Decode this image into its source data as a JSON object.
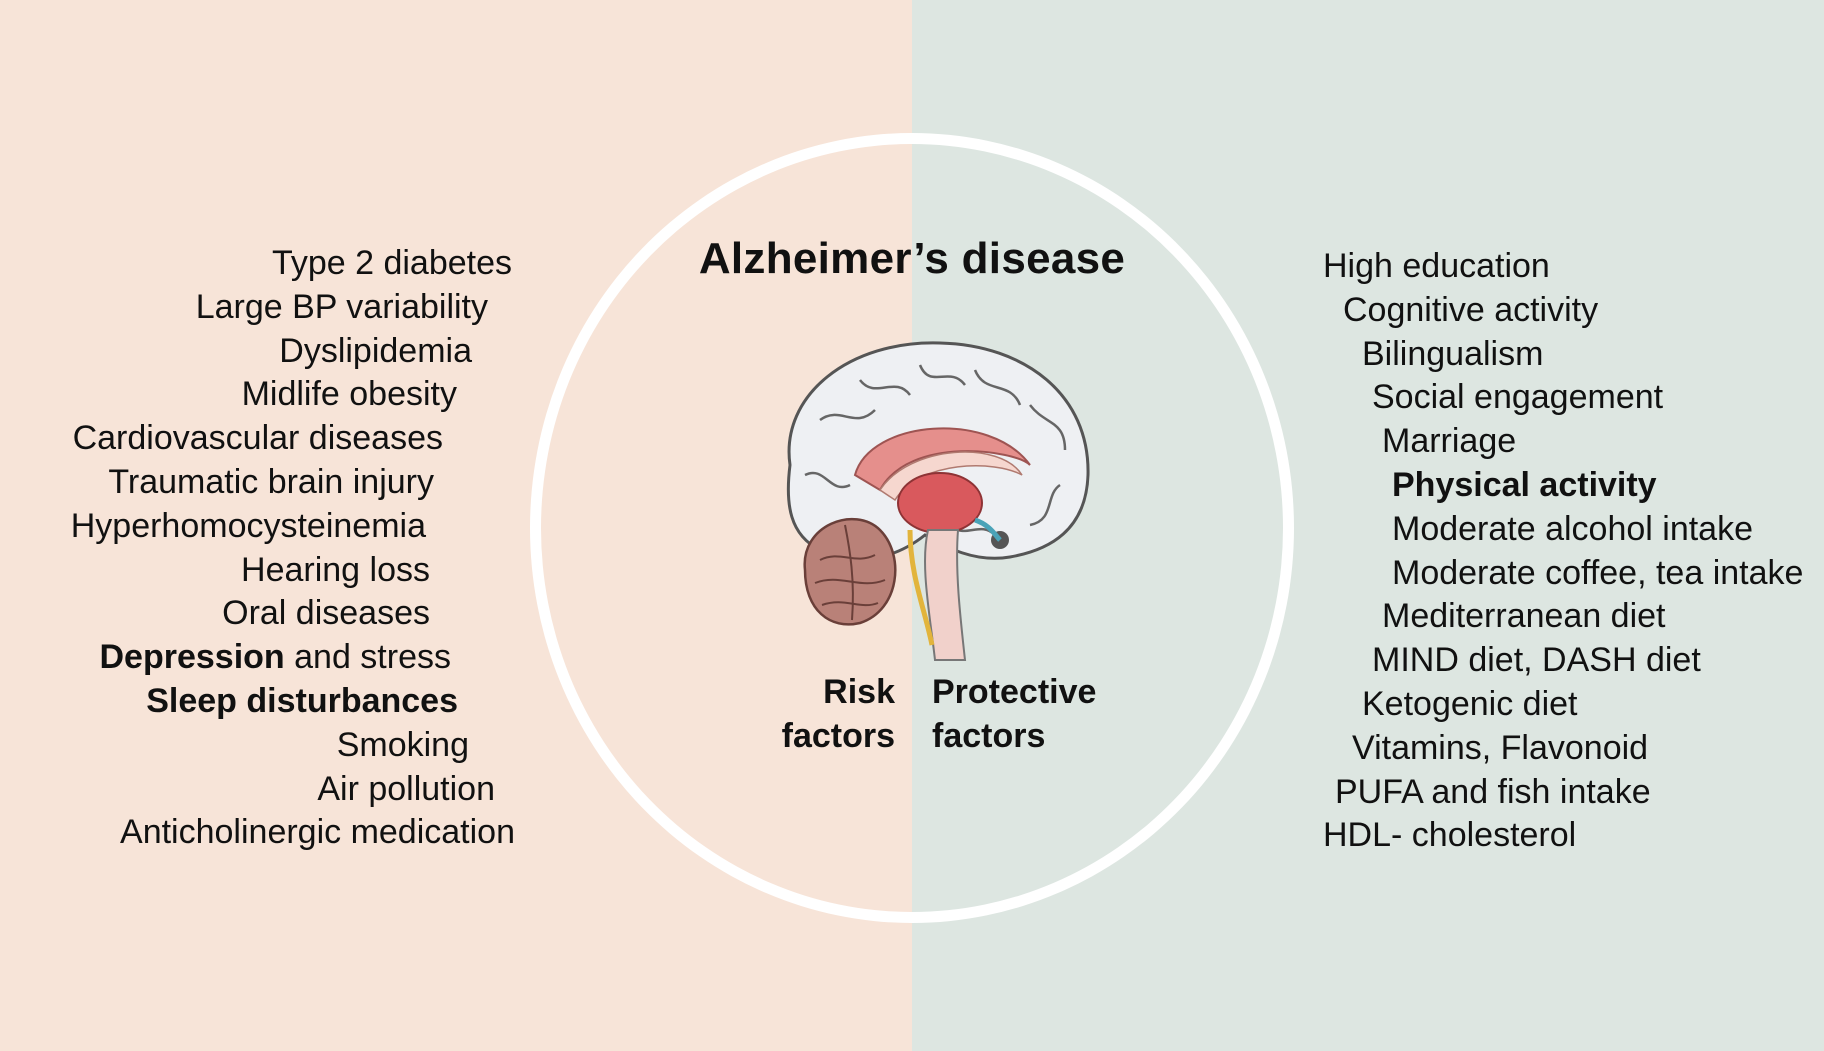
{
  "title": "Alzheimer’s disease",
  "center_labels": {
    "risk": [
      "Risk",
      "factors"
    ],
    "protective": [
      "Protective",
      "factors"
    ]
  },
  "colors": {
    "risk_background": "#f7e4d8",
    "protective_background": "#dde6e1",
    "circle": "#ffffff"
  },
  "risk_factors": [
    {
      "text": "Type 2 diabetes"
    },
    {
      "text": "Large BP variability"
    },
    {
      "text": "Dyslipidemia"
    },
    {
      "text": "Midlife obesity"
    },
    {
      "text": "Cardiovascular diseases"
    },
    {
      "text": "Traumatic brain injury"
    },
    {
      "text": "Hyperhomocysteinemia"
    },
    {
      "text": "Hearing loss"
    },
    {
      "text": "Oral diseases"
    },
    {
      "text": "Depression",
      "suffix": " and stress",
      "bold_part": true
    },
    {
      "text": "Sleep disturbances",
      "bold": true
    },
    {
      "text": "Smoking"
    },
    {
      "text": "Air pollution"
    },
    {
      "text": "Anticholinergic medication"
    }
  ],
  "protective_factors": [
    {
      "text": "High education"
    },
    {
      "text": "Cognitive activity"
    },
    {
      "text": "Bilingualism"
    },
    {
      "text": "Social engagement"
    },
    {
      "text": "Marriage"
    },
    {
      "text": "Physical activity",
      "bold": true
    },
    {
      "text": "Moderate alcohol intake"
    },
    {
      "text": "Moderate coffee, tea intake"
    },
    {
      "text": "Mediterranean diet"
    },
    {
      "text": "MIND diet, DASH diet"
    },
    {
      "text": "Ketogenic diet"
    },
    {
      "text": "Vitamins, Flavonoid"
    },
    {
      "text": "PUFA and fish intake"
    },
    {
      "text": "HDL- cholesterol"
    }
  ]
}
